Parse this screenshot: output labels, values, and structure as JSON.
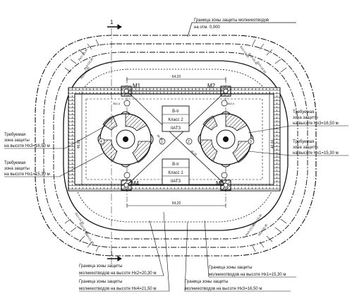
{
  "drawing": {
    "boundary_top": {
      "line1": "Граница зоны защиты молниеотводов",
      "line2": "на отм. 0,000"
    },
    "section_mark": "1",
    "dimensions": {
      "top_span": "64,20",
      "bottom_span": "64,20",
      "left_height": "46,00",
      "right_height": "46,00",
      "diag_a": "36,26",
      "diag_b": "36,26",
      "r_small": "362,4"
    },
    "masts": {
      "m1": "М1",
      "m2": "М2",
      "m3": "М3",
      "m4": "М4"
    },
    "boxes": {
      "top": [
        "В-Iг",
        "Класс 2",
        "IIАТЗ"
      ],
      "bottom": [
        "В-Iг",
        "Класс 1",
        "IIАТЗ"
      ]
    },
    "required_zone_left_top": {
      "line1": "Требуемая",
      "line2": "зона защиты",
      "line3": "на высоте Hx3=16,50 м"
    },
    "required_zone_left_bottom": {
      "line1": "Требуемая",
      "line2": "зона защиты",
      "line3": "на высоте Hx1=15,30 м"
    },
    "required_zone_right_top": {
      "line1": "Требуемая",
      "line2": "зона защиты",
      "line3": "на высоте Hx3=16,50 м"
    },
    "required_zone_right_bottom": {
      "line1": "Требуемая",
      "line2": "зона защиты",
      "line3": "на высоте Hx1=15,30 м"
    },
    "bottom_labels": {
      "hx2": {
        "line1": "Граница зоны защиты",
        "line2": "молниеотводов на высоте Hx2=20,30 м"
      },
      "hx1": {
        "line1": "Граница зоны защиты",
        "line2": "молниеотводов на высоте Hx1=15,30 м"
      },
      "hx4": {
        "line1": "Граница зоны защиты",
        "line2": "молниеотводов на высоте Hx4=21,50 м"
      },
      "hx3": {
        "line1": "Граница зоны защиты",
        "line2": "молниеотводов на высоте Hx3=16,50 м"
      }
    },
    "corner_tags": {
      "rx1": "Rx1=15,30",
      "rx2": "Rx2=20,30",
      "rx3": "Rx3=16,50",
      "rx4": "Rx4=21,50"
    },
    "circle_marks": [
      "1",
      "2",
      "3",
      "4"
    ]
  }
}
